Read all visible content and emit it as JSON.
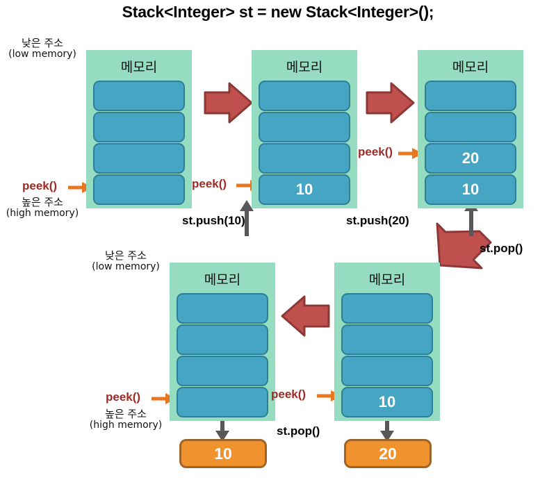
{
  "title": "Stack<Integer> st = new Stack<Integer>();",
  "colors": {
    "memory_bg": "#96DCC0",
    "cell_fill": "#46A5C3",
    "cell_border": "#2D7F96",
    "red_arrow": "#C0504D",
    "red_arrow_border": "#8C3836",
    "orange_arrow": "#E87722",
    "gray_arrow": "#58585A",
    "peek_text": "#9E2B25",
    "out_fill": "#F0922E",
    "out_border": "#A0632A"
  },
  "labels": {
    "memory": "메모리",
    "low_ko": "낮은 주소",
    "low_en": "(low memory)",
    "high_ko": "높은 주소",
    "high_en": "(high memory)",
    "peek": "peek()",
    "push10": "st.push(10)",
    "push20": "st.push(20)",
    "pop": "st.pop()"
  },
  "stacks": [
    {
      "id": "stack-initial",
      "caption": "",
      "cells": [
        "",
        "",
        "",
        ""
      ]
    },
    {
      "id": "stack-after-push-10",
      "caption": "st.push(10)",
      "cells": [
        "",
        "",
        "",
        "10"
      ]
    },
    {
      "id": "stack-after-push-20",
      "caption": "st.push(20)",
      "cells": [
        "",
        "",
        "20",
        "10"
      ]
    },
    {
      "id": "stack-after-pop-20",
      "caption": "st.pop()",
      "cells": [
        "",
        "",
        "",
        "10"
      ],
      "popped": "20"
    },
    {
      "id": "stack-after-pop-10",
      "caption": "st.pop()",
      "cells": [
        "",
        "",
        "",
        ""
      ],
      "popped": "10"
    }
  ],
  "outputs": [
    {
      "id": "popped-10",
      "value": "10"
    },
    {
      "id": "popped-20",
      "value": "20"
    }
  ]
}
